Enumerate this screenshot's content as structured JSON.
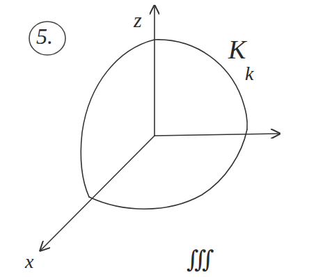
{
  "diagram": {
    "labels": [
      "5.",
      "z",
      "K",
      "k",
      "x",
      "∭"
    ]
  }
}
